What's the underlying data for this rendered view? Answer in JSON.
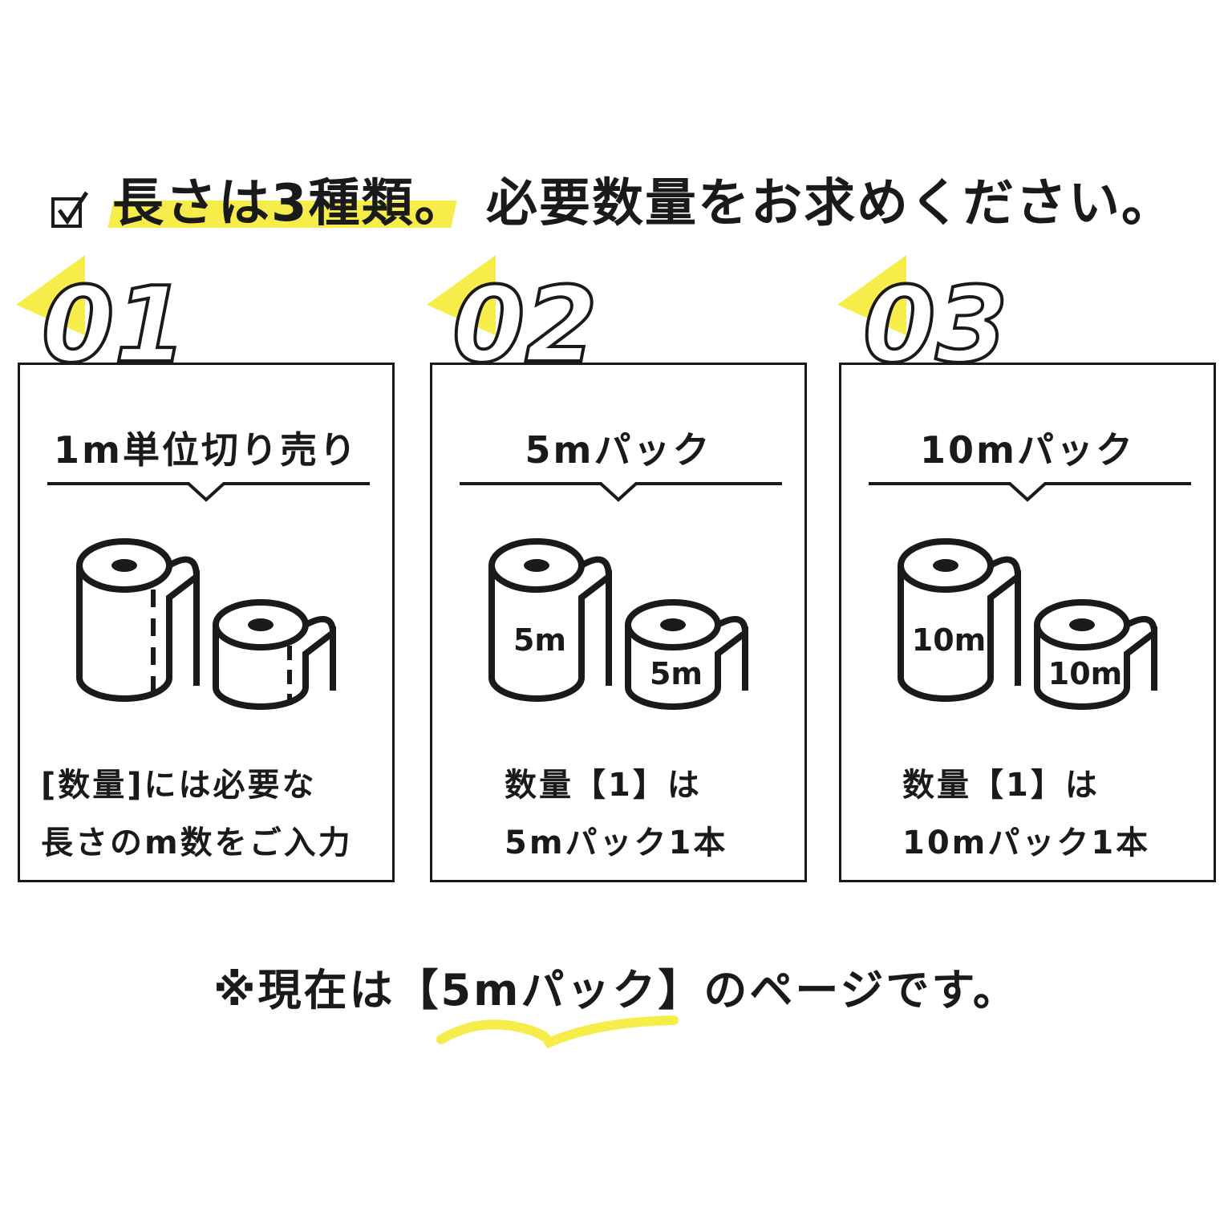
{
  "headline": {
    "highlight": "長さは3種類。",
    "rest": "必要数量をお求めください。"
  },
  "colors": {
    "accent": "#f6ec4a",
    "ink": "#1a1a1a"
  },
  "cards": [
    {
      "number": "01",
      "label": "1m単位切り売り",
      "roll_labels": [
        "",
        ""
      ],
      "description": [
        "[数量]には必要な",
        "長さのm数をご入力"
      ]
    },
    {
      "number": "02",
      "label": "5mパック",
      "roll_labels": [
        "5m",
        "5m"
      ],
      "description": [
        "数量【1】は",
        "5mパック1本"
      ]
    },
    {
      "number": "03",
      "label": "10mパック",
      "roll_labels": [
        "10m",
        "10m"
      ],
      "description": [
        "数量【1】は",
        "10mパック1本"
      ]
    }
  ],
  "footer": {
    "text": "※現在は【5mパック】のページです。"
  }
}
